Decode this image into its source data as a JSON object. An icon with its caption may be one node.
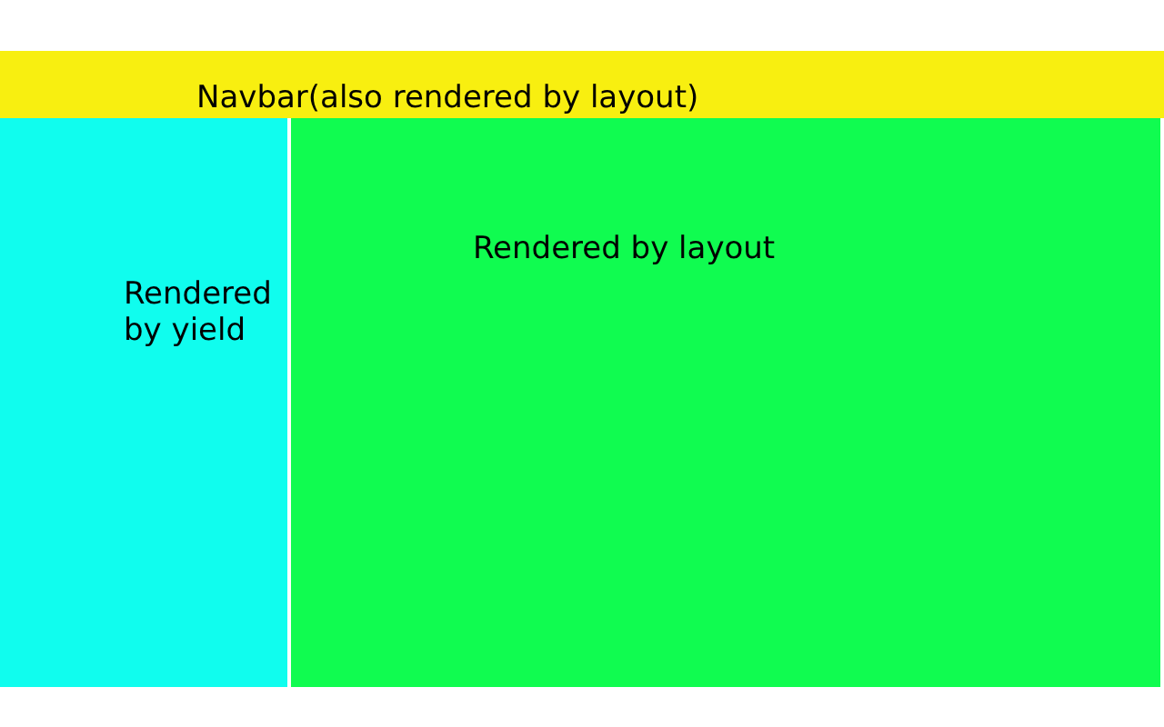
{
  "diagram": {
    "nodes": [
      {
        "text": [
          "Navbar(also rendered by layout)"
        ]
      },
      {
        "text": [
          "Rendered by yield"
        ]
      },
      {
        "text": [
          "Rendered by layout"
        ]
      }
    ]
  }
}
